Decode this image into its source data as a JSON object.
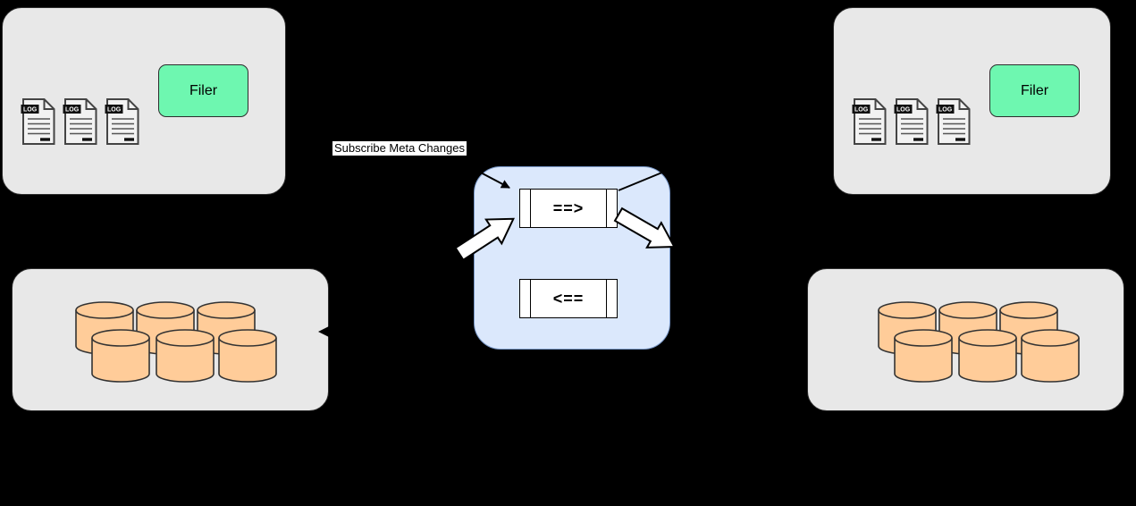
{
  "colors": {
    "background": "#000000",
    "cluster_fill": "#e8e8e8",
    "cluster_border": "#2d2d2d",
    "filer_fill": "#6ef7b0",
    "filer_border": "#2d2d2d",
    "queue_panel_fill": "#dbe8fc",
    "queue_panel_border": "#7a99c9",
    "queue_fill": "#ffffff",
    "queue_border": "#000000",
    "cylinder_fill": "#ffcc99",
    "cylinder_border": "#333333",
    "label_bg": "#ffffff",
    "label_text": "#000000"
  },
  "annotations": {
    "subscribe_label": "Subscribe Meta Changes"
  },
  "queue": {
    "forward_label": "==>",
    "backward_label": "<=="
  },
  "clusters": {
    "top_left": {
      "filer_label": "Filer",
      "log_files": [
        "LOG",
        "LOG",
        "LOG"
      ]
    },
    "top_right": {
      "filer_label": "Filer",
      "log_files": [
        "LOG",
        "LOG",
        "LOG"
      ]
    },
    "bottom_left": {
      "cylinders": 6
    },
    "bottom_right": {
      "cylinders": 6
    }
  }
}
